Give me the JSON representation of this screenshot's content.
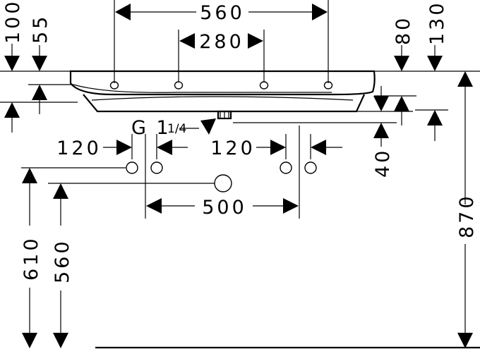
{
  "dimensions": {
    "width_outer": "560",
    "width_inner": "280",
    "height_100": "100",
    "height_55": "55",
    "height_80": "80",
    "height_130": "130",
    "thread": "G 1",
    "thread_fraction": "1/4",
    "spacing_left": "120",
    "spacing_right": "120",
    "height_40": "40",
    "center_500": "500",
    "height_610": "610",
    "height_560": "560",
    "height_870": "870"
  }
}
